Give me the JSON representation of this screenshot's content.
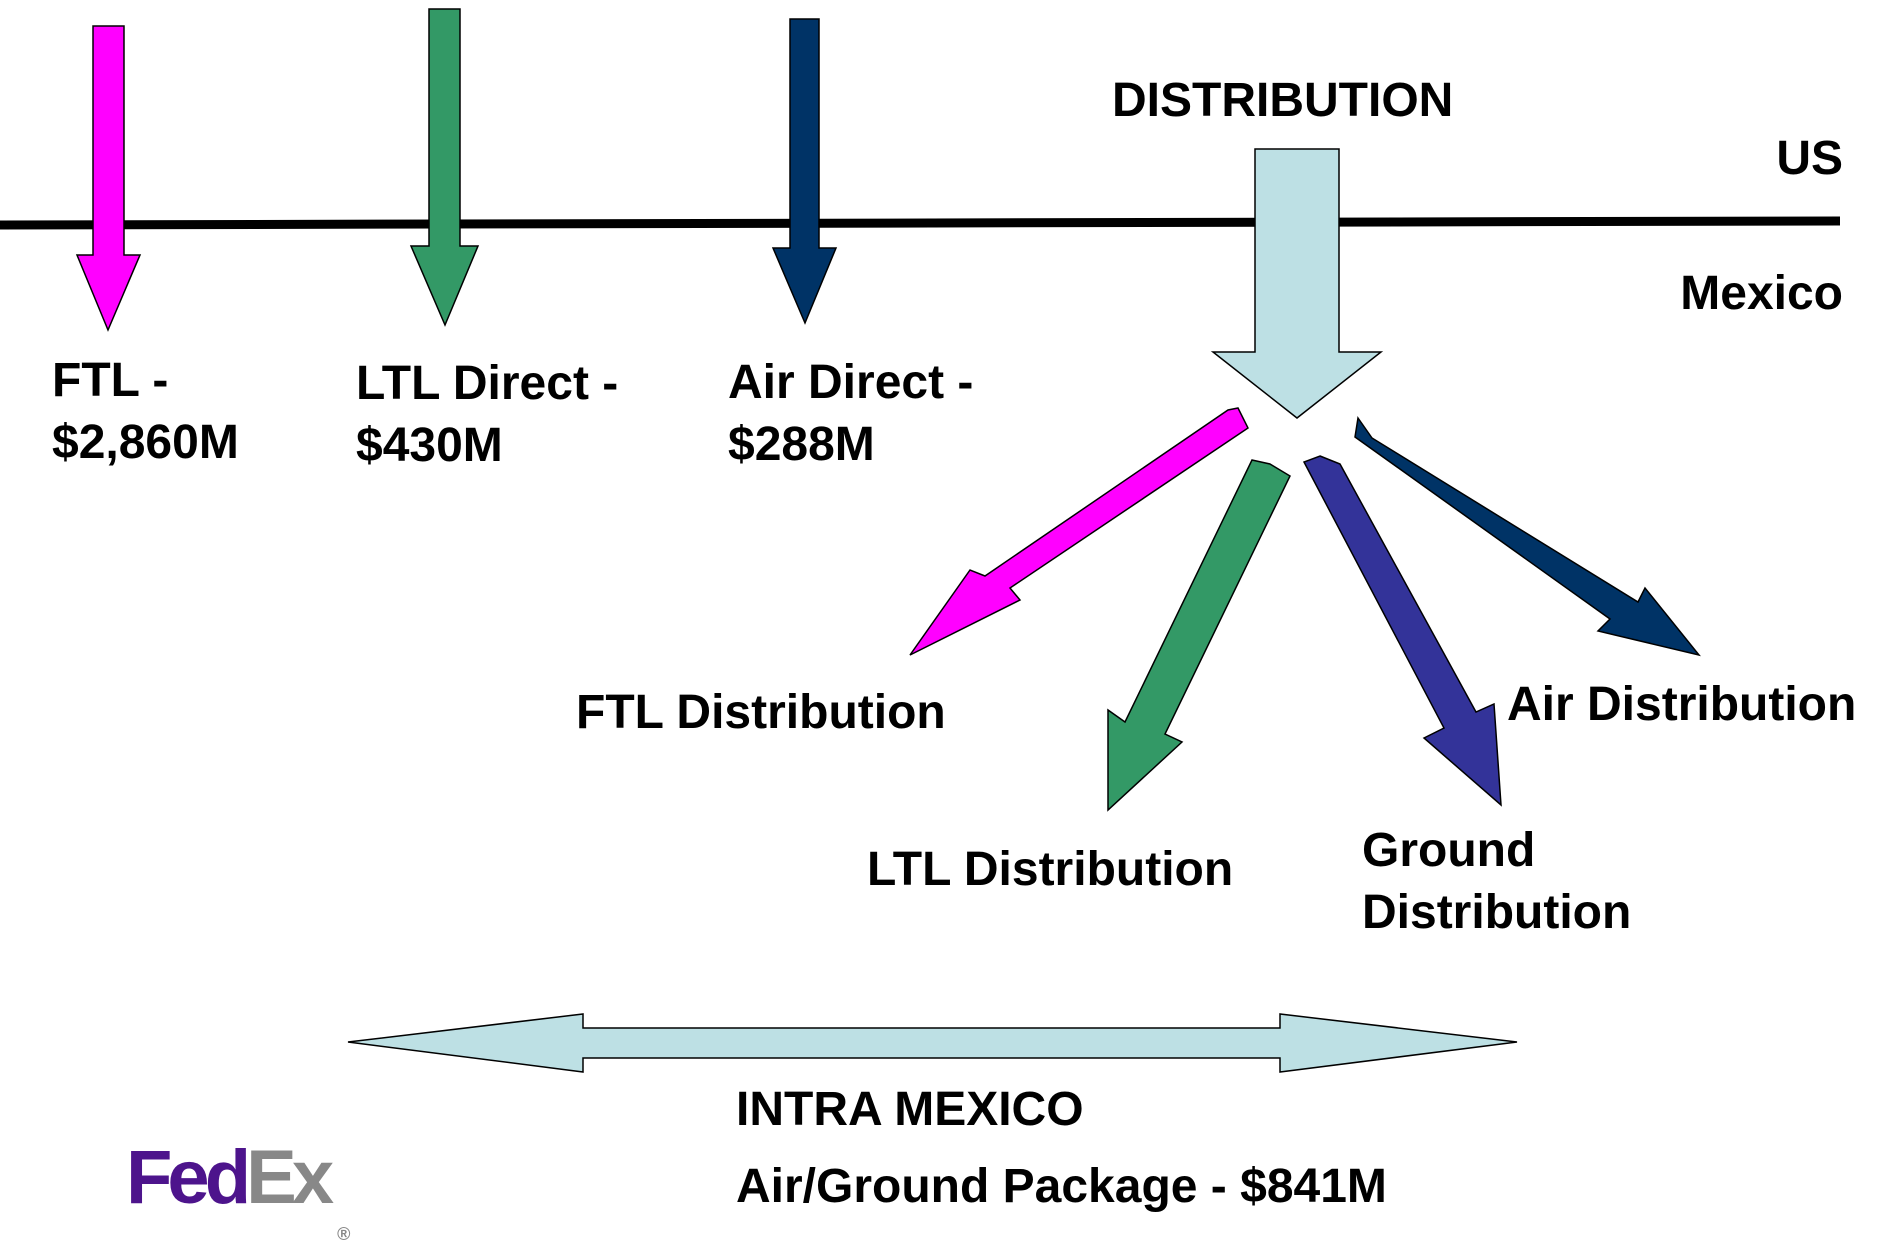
{
  "regions": {
    "top": "US",
    "bottom": "Mexico"
  },
  "distribution_title": "DISTRIBUTION",
  "direct_flows": [
    {
      "line1": "FTL -",
      "line2": "$2,860M",
      "color": "#ff00ff"
    },
    {
      "line1": "LTL Direct -",
      "line2": "$430M",
      "color": "#339966"
    },
    {
      "line1": "Air Direct -",
      "line2": "$288M",
      "color": "#003366"
    }
  ],
  "distribution_flows": {
    "ftl": {
      "label": "FTL Distribution",
      "color": "#ff00ff"
    },
    "ltl": {
      "label": "LTL Distribution",
      "color": "#339966"
    },
    "ground": {
      "line1": "Ground",
      "line2": "Distribution",
      "color": "#333399"
    },
    "air": {
      "label": "Air Distribution",
      "color": "#003366"
    }
  },
  "intra_mexico": {
    "title": "INTRA MEXICO",
    "subtitle": "Air/Ground Package - $841M",
    "arrow_color": "#bde0e4"
  },
  "logo": {
    "fed": "Fed",
    "ex": "Ex",
    "reg": "®"
  },
  "colors": {
    "distribution_arrow": "#bde0e4",
    "border_line": "#000000",
    "arrow_outline": "#000000"
  }
}
